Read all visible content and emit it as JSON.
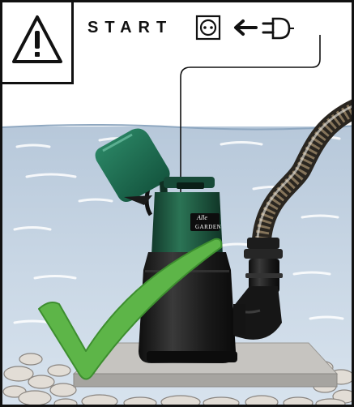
{
  "instruction": {
    "start_label": "START"
  },
  "icons": {
    "warning": "warning-triangle-icon",
    "socket": "power-socket-icon",
    "arrow": "arrow-left-icon",
    "plug": "power-plug-icon",
    "check": "checkmark-icon"
  },
  "product": {
    "brand_small": "Alle",
    "brand_main": "GARDEN"
  },
  "colors": {
    "water": "#c5d3e2",
    "pump_body": "#1c1c1c",
    "pump_green": "#1f5e46",
    "check_green": "#5db548",
    "frame": "#111111"
  }
}
